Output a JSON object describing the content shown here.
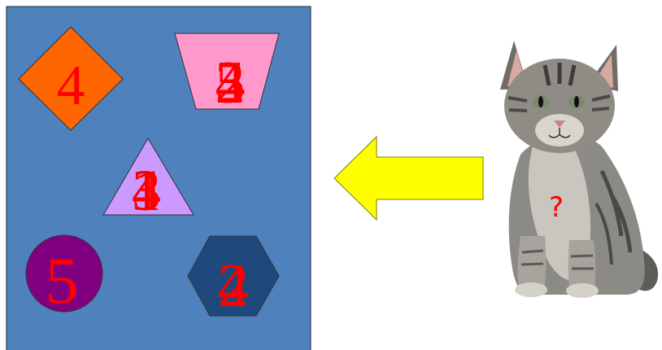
{
  "panel": {
    "color": "#4f81bd",
    "border": "#1f2a36"
  },
  "shapes": [
    {
      "id": "diamond",
      "kind": "diamond",
      "fill": "#ff6600",
      "labels": [
        "4"
      ]
    },
    {
      "id": "trapezoid",
      "kind": "trapezoid",
      "fill": "#ff99cc",
      "labels": [
        "5",
        "3",
        "2",
        "4"
      ]
    },
    {
      "id": "triangle",
      "kind": "triangle",
      "fill": "#cc99ff",
      "labels": [
        "4",
        "1",
        "3"
      ]
    },
    {
      "id": "circle",
      "kind": "circle",
      "fill": "#800080",
      "labels": [
        "5"
      ]
    },
    {
      "id": "hexagon",
      "kind": "hexagon",
      "fill": "#1f497d",
      "labels": [
        "2",
        "4"
      ]
    }
  ],
  "arrow": {
    "fill": "#ffff00",
    "stroke": "#7f7f00"
  },
  "kitten": {
    "label": "?"
  }
}
